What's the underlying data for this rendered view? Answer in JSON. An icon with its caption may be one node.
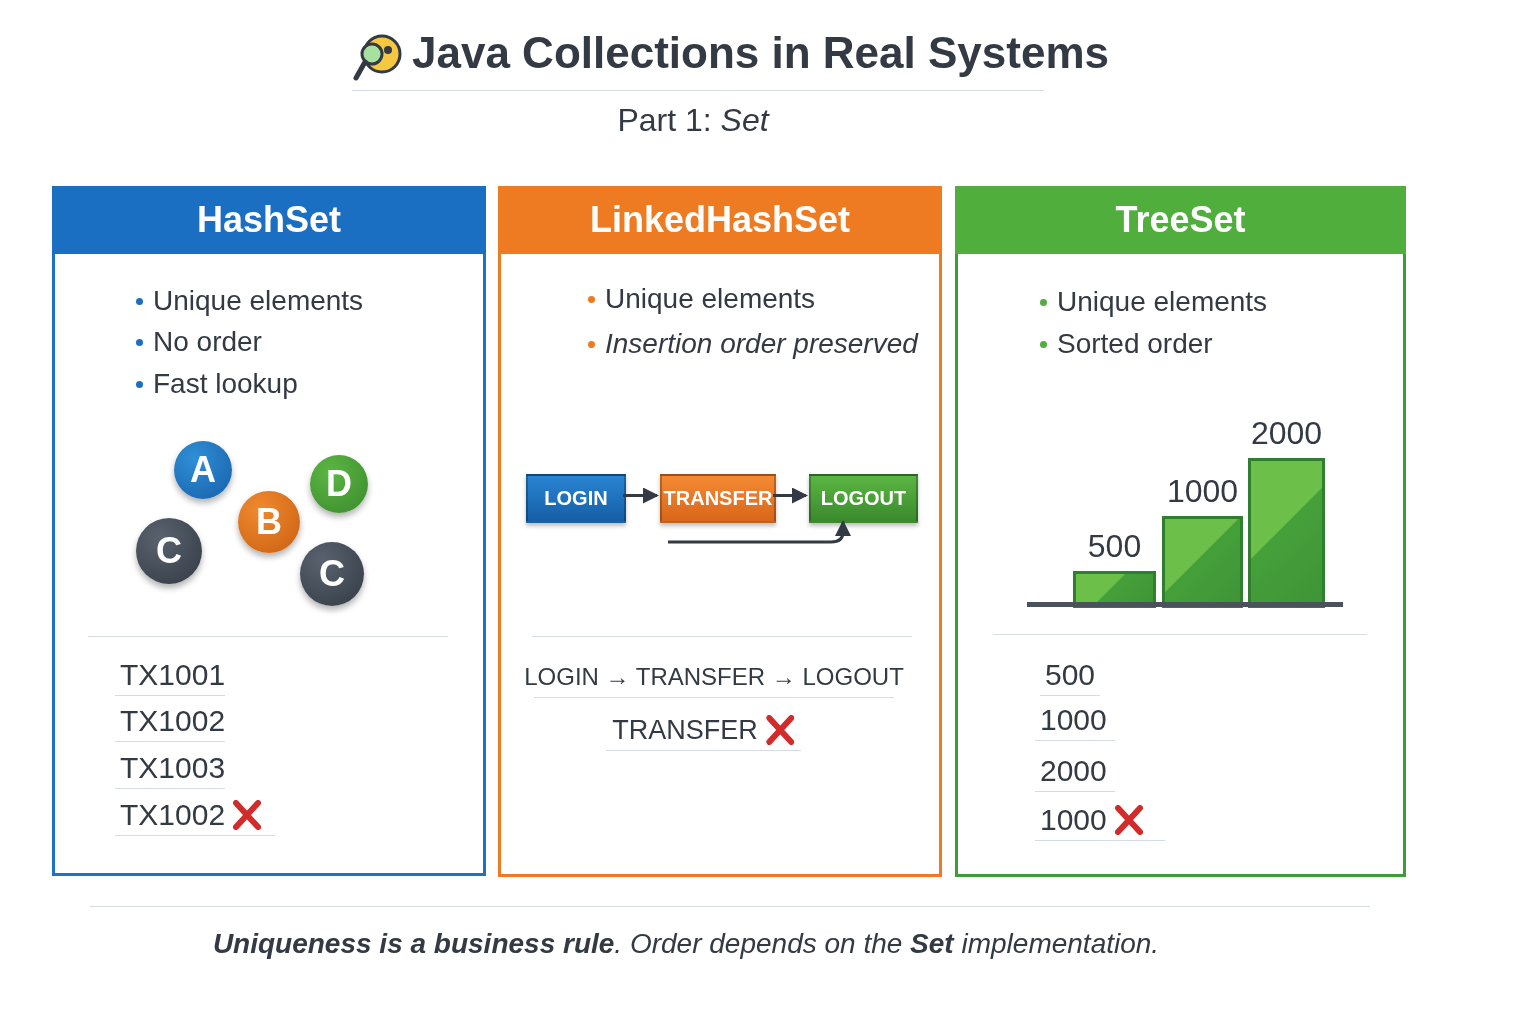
{
  "diagram": {
    "title": "Java Collections in Real Systems",
    "caption": "**Uniqueness is a business rule**. Order depends on the **Set** implementation.",
    "nodes": [
      {
        "text": [
          "HashSet",
          "Unique elements",
          "No order",
          "Fast lookup"
        ]
      },
      {
        "text": [
          "A"
        ],
        "in": 0
      },
      {
        "text": [
          "D"
        ],
        "in": 0
      },
      {
        "text": [
          "B"
        ],
        "in": 0
      },
      {
        "text": [
          "C"
        ],
        "in": 0
      },
      {
        "text": [
          "C"
        ],
        "in": 0
      },
      {
        "text": [
          "LinkedHashSet",
          "Unique elements",
          "Insertion order preserved"
        ]
      },
      {
        "text": [
          "LOGIN"
        ],
        "in": 6
      },
      {
        "text": [
          "TRANSFER"
        ],
        "in": 6
      },
      {
        "text": [
          "LOGOUT"
        ],
        "in": 6
      },
      {
        "text": [
          "TreeSet",
          "Unique elements",
          "Sorted order"
        ]
      },
      {
        "text": [
          "500"
        ],
        "in": 10
      },
      {
        "text": [
          "1000"
        ],
        "in": 10
      },
      {
        "text": [
          "2000"
        ],
        "in": 10
      }
    ],
    "edges": [
      {
        "from": 7,
        "to": 8,
        "arrow": "to"
      },
      {
        "from": 8,
        "to": 9,
        "arrow": "to"
      },
      {
        "from": null,
        "to": 9,
        "arrow": "to"
      }
    ],
    "labels": [
      "Part 1: *Set*",
      "TX1001",
      "TX1002",
      "TX1003",
      "TX1002",
      "LOGIN → TRANSFER → LOGOUT",
      "TRANSFER",
      "500",
      "1000",
      "2000",
      "1000"
    ]
  }
}
